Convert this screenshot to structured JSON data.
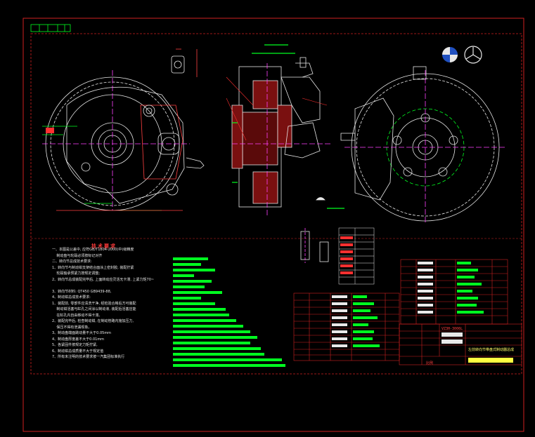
{
  "drawing": {
    "background": "#000000",
    "frame_color": "#d02020",
    "line_color": "#e8e8e8",
    "accent_green": "#00ff20",
    "accent_red": "#ff3030",
    "accent_magenta": "#ff40ff",
    "accent_yellow": "#ffff40",
    "accent_cyan": "#40ffff"
  },
  "tech_requirements": {
    "title": "技术要求",
    "lines": [
      "一、本图是公差中, 应符GB/T1804-2000(中)级精度",
      "    制动盘与轮毂必须按标记对齐",
      "二、转向节总成技术要求:",
      "1、转向节与制动钳支架结合面涂上密封胶, 装配拧紧",
      "    轮毂轴承预紧力按规定调整;",
      "2、转向节总成装配完毕后, 上面转动应灵活无卡滞, 上紧力矩70~",
      "    ",
      "3、转向节材料: QT450 GB9439-88,",
      "4、制动钳总成技术要求:",
      "1、装配前, 零部件应清洗干净, 经检验合格后方可装配",
      "    制动钳活塞与缸孔之间涂以制动液, 装配后活塞应能",
      "    在缸孔内自由移动不得卡滞。",
      "2、装配完毕后, 检查制动钳, 在制动管路内施加压力,",
      "    保压不得有泄漏现象。",
      "3、制动盘端面跳动量不大于0.05mm",
      "4、制动盘厚度差不大于0.01mm",
      "5、各紧固件按规定力矩拧紧,",
      "6、制动钳总成质量不大于规定值",
      "7、所有未注明的技术要求按一汽集团标准执行"
    ]
  },
  "title_block": {
    "drawing_name": "左前转向节带盘式制动器总成",
    "drawing_code": "VZ3H-3006L",
    "scale_label": "比例"
  }
}
